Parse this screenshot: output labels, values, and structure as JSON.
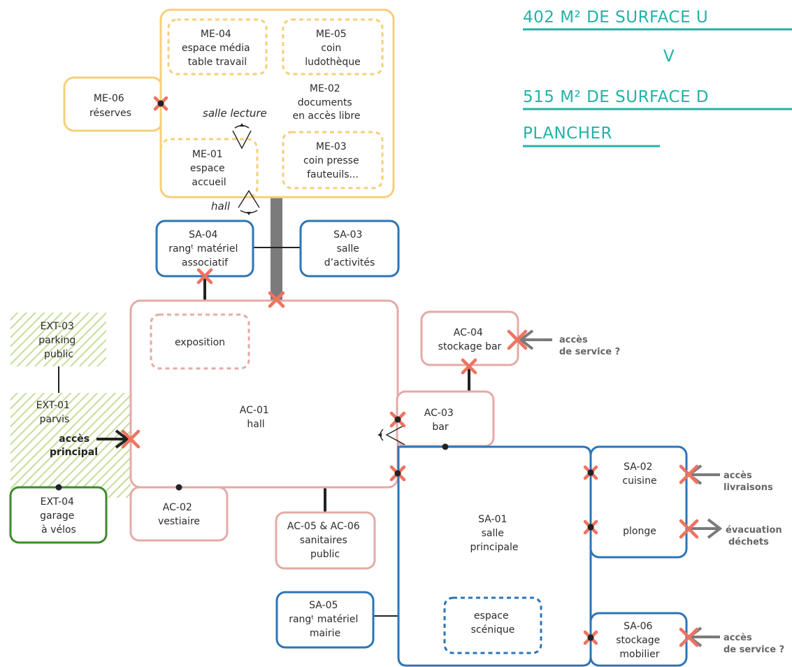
{
  "colors": {
    "yellow": "#f7cf7a",
    "pink": "#e5aaa6",
    "blue": "#2e74b5",
    "green": "#3f8a2c",
    "hatch": "#c6dd9a",
    "teal": "#21b3a6",
    "cross": "#ee7360",
    "gray": "#7b7b7b",
    "dark": "#222222"
  },
  "heading": {
    "line1": "402 M² DE SURFACE U",
    "line2": "V",
    "line3": "515 M² DE SURFACE D",
    "line4": "PLANCHER"
  },
  "rooms": {
    "me04": [
      "ME-04",
      "espace média",
      "table travail"
    ],
    "me05": [
      "ME-05",
      "coin",
      "ludothèque"
    ],
    "me06": [
      "ME-06",
      "réserves"
    ],
    "me02": [
      "ME-02",
      "documents",
      "en accès libre"
    ],
    "me01": [
      "ME-01",
      "espace",
      "accueil"
    ],
    "me03": [
      "ME-03",
      "coin presse",
      "fauteuils..."
    ],
    "sa04": [
      "SA-04",
      "rangᵗ matériel",
      "associatif"
    ],
    "sa03": [
      "SA-03",
      "salle",
      "d’activités"
    ],
    "ext03": [
      "EXT-03",
      "parking",
      "public"
    ],
    "ext01": [
      "EXT-01",
      "parvis"
    ],
    "ext04": [
      "EXT-04",
      "garage",
      "à vélos"
    ],
    "expo": [
      "exposition"
    ],
    "ac01": [
      "AC-01",
      "hall"
    ],
    "ac04": [
      "AC-04",
      "stockage bar"
    ],
    "ac03": [
      "AC-03",
      "bar"
    ],
    "ac02": [
      "AC-02",
      "vestiaire"
    ],
    "ac0506": [
      "AC-05 & AC-06",
      "sanitaires",
      "public"
    ],
    "sa01": [
      "SA-01",
      "salle",
      "principale"
    ],
    "sa02": [
      "SA-02",
      "cuisine"
    ],
    "plonge": [
      "plonge"
    ],
    "sa05": [
      "SA-05",
      "rangᵗ matériel",
      "mairie"
    ],
    "scene": [
      "espace",
      "scénique"
    ],
    "sa06": [
      "SA-06",
      "stockage",
      "mobilier"
    ]
  },
  "italic_labels": {
    "salle_lecture": "salle lecture",
    "hall": "hall"
  },
  "access": {
    "principal": [
      "accès",
      "principal"
    ],
    "service_bar": [
      "accès",
      "de service ?"
    ],
    "livraisons": [
      "accès",
      "livraisons"
    ],
    "dechets": [
      "évacuation",
      "déchets"
    ],
    "service_mobilier": [
      "accès",
      "de service ?"
    ]
  }
}
